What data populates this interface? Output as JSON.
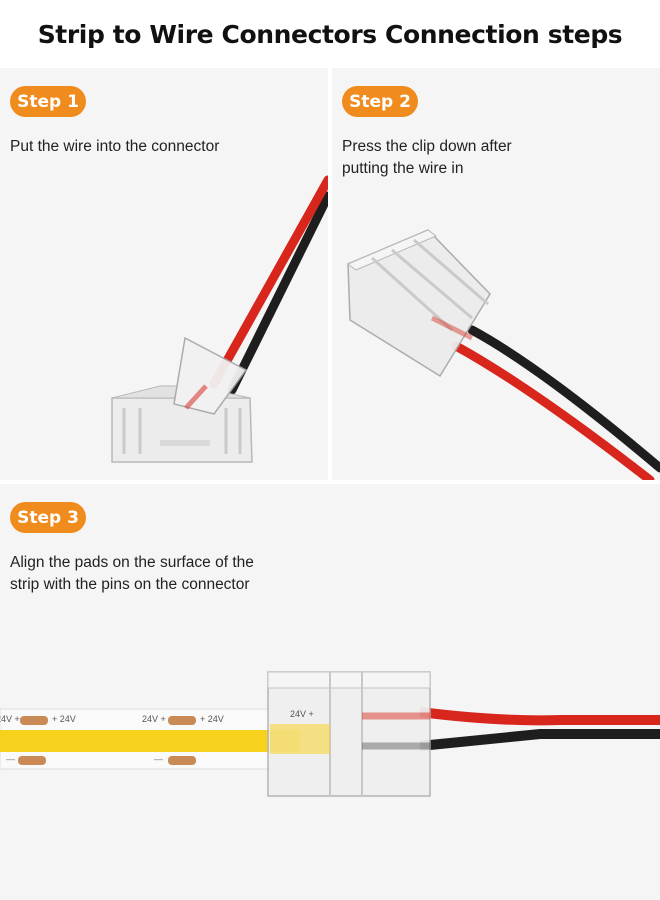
{
  "header": {
    "title": "Strip to Wire Connectors Connection steps"
  },
  "steps": [
    {
      "label": "Step 1",
      "text": "Put the wire into the connector"
    },
    {
      "label": "Step 2",
      "text": "Press the clip down after\nputting the wire in"
    },
    {
      "label": "Step 3",
      "text": "Align the pads on the surface of the\nstrip with the pins on the connector"
    }
  ],
  "strip": {
    "pad_label_plus": "24V +",
    "pad_label_plus_right": "+ 24V",
    "pad_label_minus": "—"
  },
  "colors": {
    "accent": "#f08c1e",
    "wire_red": "#d8261c",
    "wire_black": "#1e1e1e",
    "led": "#f7d21c",
    "pad": "#c98a55"
  }
}
